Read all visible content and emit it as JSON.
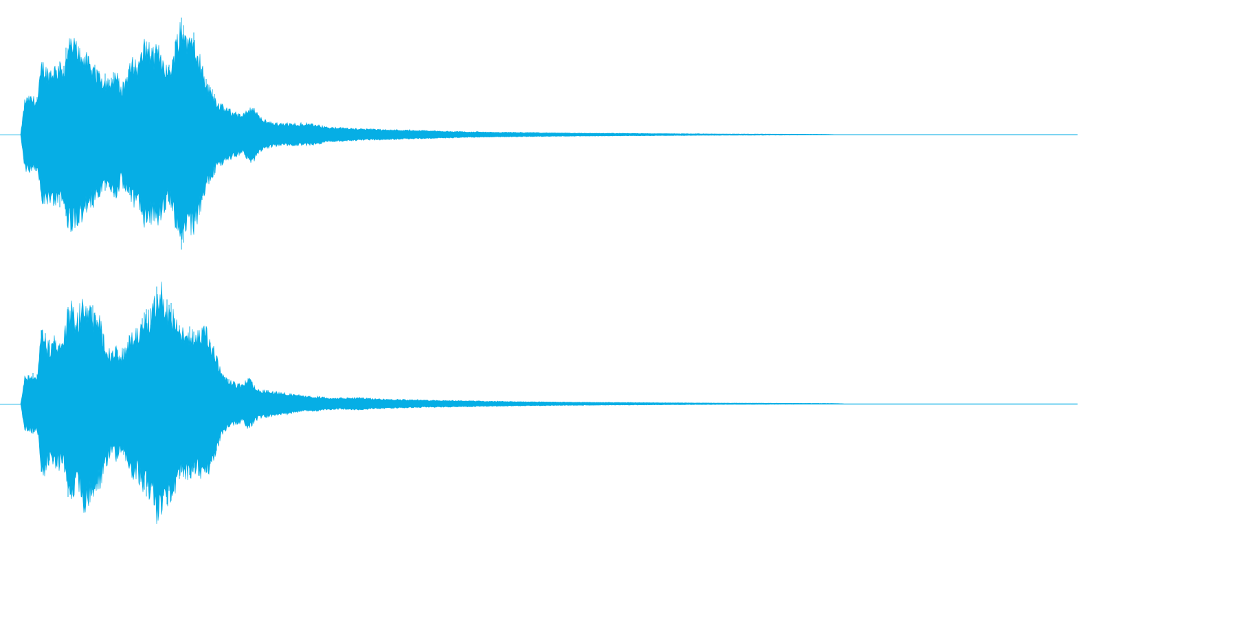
{
  "theme": {
    "background": "#ffffff",
    "waveform_color": "#06aee5",
    "center_line_color": "#06aee5"
  },
  "waveform": {
    "channel_count": 2,
    "duration_fraction_with_signal": 0.76,
    "channels": [
      {
        "name_key": "channel-left",
        "envelope": [
          [
            0.0,
            0.0
          ],
          [
            0.004,
            0.3
          ],
          [
            0.01,
            0.32
          ],
          [
            0.016,
            0.3
          ],
          [
            0.02,
            0.62
          ],
          [
            0.026,
            0.55
          ],
          [
            0.032,
            0.58
          ],
          [
            0.036,
            0.6
          ],
          [
            0.04,
            0.55
          ],
          [
            0.045,
            0.78
          ],
          [
            0.05,
            0.8
          ],
          [
            0.055,
            0.75
          ],
          [
            0.06,
            0.7
          ],
          [
            0.065,
            0.62
          ],
          [
            0.07,
            0.58
          ],
          [
            0.075,
            0.52
          ],
          [
            0.08,
            0.48
          ],
          [
            0.085,
            0.45
          ],
          [
            0.09,
            0.55
          ],
          [
            0.095,
            0.4
          ],
          [
            0.1,
            0.5
          ],
          [
            0.105,
            0.62
          ],
          [
            0.11,
            0.55
          ],
          [
            0.115,
            0.72
          ],
          [
            0.12,
            0.78
          ],
          [
            0.125,
            0.7
          ],
          [
            0.13,
            0.75
          ],
          [
            0.135,
            0.66
          ],
          [
            0.14,
            0.55
          ],
          [
            0.145,
            0.7
          ],
          [
            0.15,
            0.95
          ],
          [
            0.155,
            0.9
          ],
          [
            0.16,
            0.85
          ],
          [
            0.165,
            0.82
          ],
          [
            0.17,
            0.65
          ],
          [
            0.175,
            0.45
          ],
          [
            0.18,
            0.38
          ],
          [
            0.185,
            0.3
          ],
          [
            0.19,
            0.25
          ],
          [
            0.195,
            0.22
          ],
          [
            0.2,
            0.2
          ],
          [
            0.205,
            0.18
          ],
          [
            0.21,
            0.16
          ],
          [
            0.215,
            0.22
          ],
          [
            0.22,
            0.24
          ],
          [
            0.225,
            0.16
          ],
          [
            0.23,
            0.12
          ],
          [
            0.24,
            0.1
          ],
          [
            0.25,
            0.09
          ],
          [
            0.26,
            0.095
          ],
          [
            0.27,
            0.09
          ],
          [
            0.28,
            0.085
          ],
          [
            0.29,
            0.06
          ],
          [
            0.3,
            0.06
          ],
          [
            0.32,
            0.05
          ],
          [
            0.34,
            0.045
          ],
          [
            0.36,
            0.04
          ],
          [
            0.38,
            0.035
          ],
          [
            0.4,
            0.03
          ],
          [
            0.42,
            0.025
          ],
          [
            0.45,
            0.02
          ],
          [
            0.48,
            0.018
          ],
          [
            0.51,
            0.014
          ],
          [
            0.54,
            0.012
          ],
          [
            0.58,
            0.01
          ],
          [
            0.62,
            0.008
          ],
          [
            0.66,
            0.006
          ],
          [
            0.7,
            0.005
          ],
          [
            0.74,
            0.004
          ],
          [
            0.76,
            0.003
          ],
          [
            0.77,
            0.0
          ],
          [
            1.0,
            0.0
          ]
        ]
      },
      {
        "name_key": "channel-right",
        "envelope": [
          [
            0.0,
            0.0
          ],
          [
            0.004,
            0.22
          ],
          [
            0.01,
            0.24
          ],
          [
            0.016,
            0.23
          ],
          [
            0.02,
            0.62
          ],
          [
            0.026,
            0.48
          ],
          [
            0.032,
            0.5
          ],
          [
            0.036,
            0.52
          ],
          [
            0.04,
            0.48
          ],
          [
            0.045,
            0.78
          ],
          [
            0.05,
            0.75
          ],
          [
            0.055,
            0.7
          ],
          [
            0.06,
            0.88
          ],
          [
            0.065,
            0.78
          ],
          [
            0.07,
            0.72
          ],
          [
            0.075,
            0.68
          ],
          [
            0.08,
            0.52
          ],
          [
            0.085,
            0.4
          ],
          [
            0.09,
            0.45
          ],
          [
            0.095,
            0.38
          ],
          [
            0.1,
            0.45
          ],
          [
            0.105,
            0.6
          ],
          [
            0.11,
            0.58
          ],
          [
            0.115,
            0.68
          ],
          [
            0.12,
            0.72
          ],
          [
            0.125,
            0.78
          ],
          [
            0.13,
            0.98
          ],
          [
            0.135,
            0.92
          ],
          [
            0.14,
            0.8
          ],
          [
            0.145,
            0.72
          ],
          [
            0.15,
            0.6
          ],
          [
            0.155,
            0.58
          ],
          [
            0.16,
            0.62
          ],
          [
            0.165,
            0.55
          ],
          [
            0.17,
            0.58
          ],
          [
            0.175,
            0.62
          ],
          [
            0.18,
            0.5
          ],
          [
            0.185,
            0.4
          ],
          [
            0.19,
            0.25
          ],
          [
            0.195,
            0.2
          ],
          [
            0.2,
            0.18
          ],
          [
            0.205,
            0.16
          ],
          [
            0.21,
            0.15
          ],
          [
            0.215,
            0.22
          ],
          [
            0.22,
            0.16
          ],
          [
            0.225,
            0.12
          ],
          [
            0.23,
            0.11
          ],
          [
            0.24,
            0.1
          ],
          [
            0.25,
            0.09
          ],
          [
            0.26,
            0.07
          ],
          [
            0.27,
            0.06
          ],
          [
            0.28,
            0.06
          ],
          [
            0.29,
            0.05
          ],
          [
            0.3,
            0.045
          ],
          [
            0.32,
            0.05
          ],
          [
            0.34,
            0.04
          ],
          [
            0.36,
            0.035
          ],
          [
            0.38,
            0.03
          ],
          [
            0.4,
            0.028
          ],
          [
            0.42,
            0.025
          ],
          [
            0.45,
            0.02
          ],
          [
            0.48,
            0.017
          ],
          [
            0.51,
            0.014
          ],
          [
            0.54,
            0.012
          ],
          [
            0.58,
            0.01
          ],
          [
            0.62,
            0.008
          ],
          [
            0.66,
            0.006
          ],
          [
            0.7,
            0.005
          ],
          [
            0.74,
            0.004
          ],
          [
            0.77,
            0.003
          ],
          [
            0.78,
            0.0
          ],
          [
            1.0,
            0.0
          ]
        ]
      }
    ]
  }
}
